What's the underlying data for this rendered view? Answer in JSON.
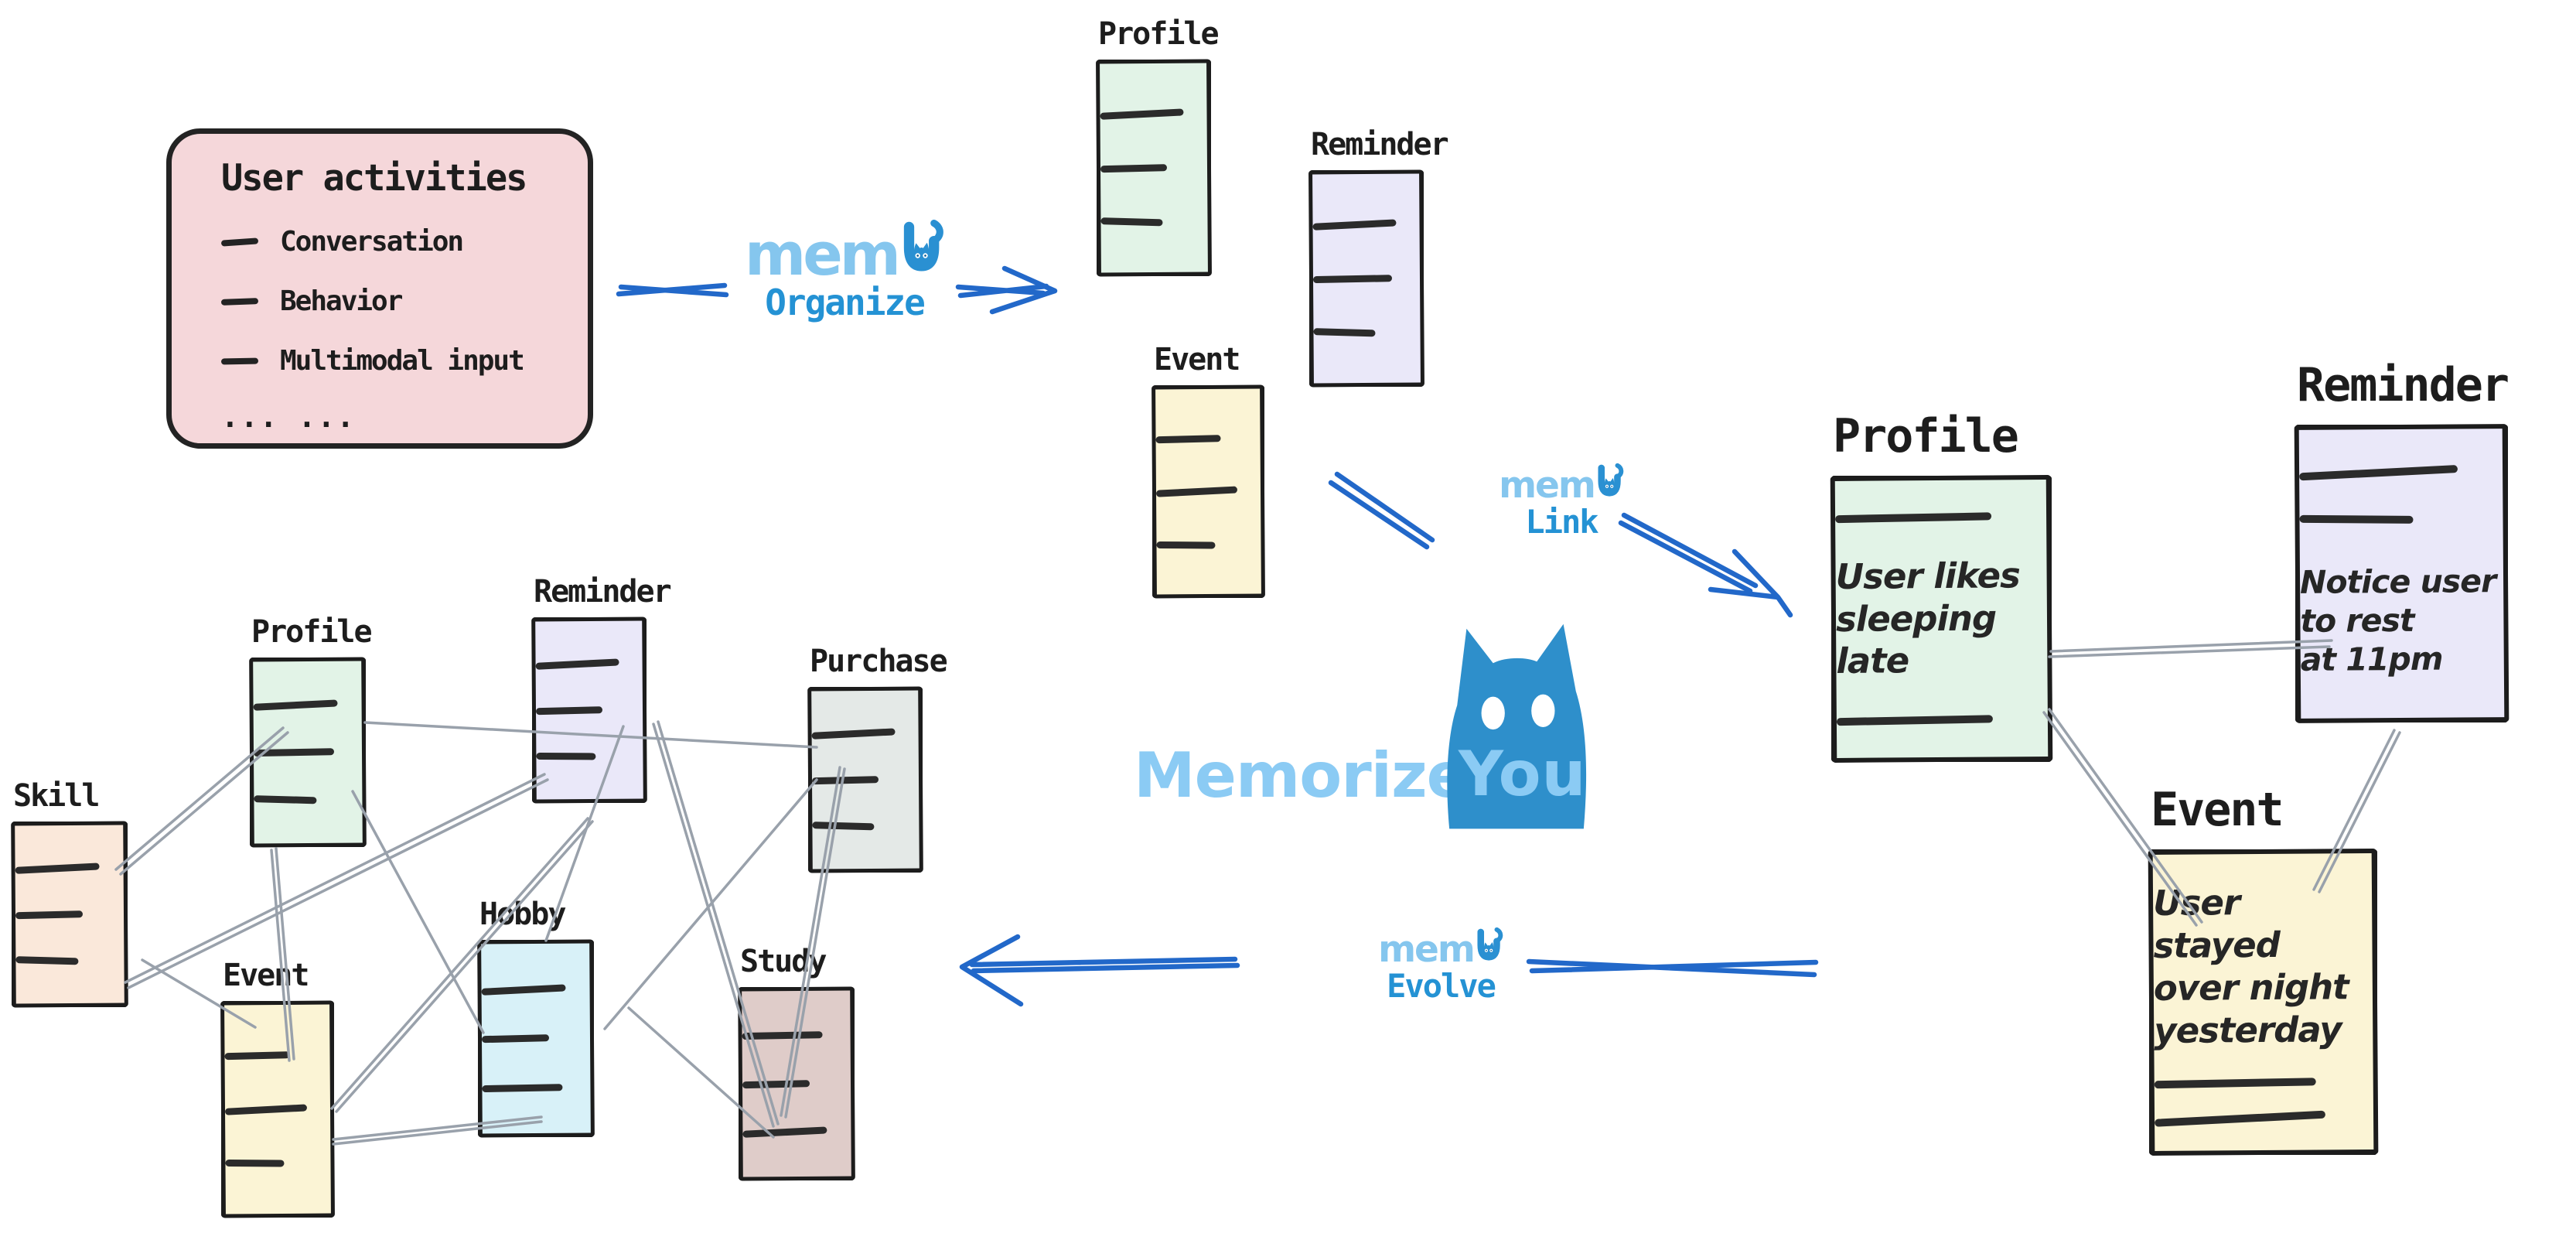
{
  "diagram_title": "memU - Memorize You memory workflow",
  "palette": {
    "brand_light_blue": "#85C6EE",
    "brand_blue": "#2A90D2",
    "step_label_blue": "#2492D4",
    "arrow_blue": "#2268C9",
    "connector_gray": "#99A1AB",
    "activities_pink": "#F5D7DA",
    "mint": "#E2F3E7",
    "lavender": "#EAE8F9",
    "yellow": "#FBF4D5",
    "peach": "#FAE8DA",
    "cyan": "#D8F1F8",
    "purchase_gray": "#E4E9E7",
    "study_mauve": "#DFCCC9",
    "ink": "#1c1c1c"
  },
  "user_activities": {
    "title": "User activities",
    "items": [
      "Conversation",
      "Behavior",
      "Multimodal input"
    ],
    "more": "... ..."
  },
  "brand": {
    "prefix": "mem",
    "suffix": "U",
    "full": "memU"
  },
  "steps": {
    "organize": {
      "label": "Organize"
    },
    "link": {
      "label": "Link"
    },
    "evolve": {
      "label": "Evolve"
    }
  },
  "center": {
    "memorize": "Memorize",
    "you": "You"
  },
  "stacks": {
    "profile_top": {
      "label": "Profile"
    },
    "reminder_top": {
      "label": "Reminder"
    },
    "event_top": {
      "label": "Event"
    },
    "profile_right": {
      "label": "Profile",
      "note": "User likes\nsleeping late"
    },
    "reminder_right": {
      "label": "Reminder",
      "note": "Notice user\nto rest\nat 11pm"
    },
    "event_right": {
      "label": "Event",
      "note": "User stayed\nover night\nyesterday"
    },
    "skill": {
      "label": "Skill"
    },
    "profile_bl": {
      "label": "Profile"
    },
    "reminder_bl": {
      "label": "Reminder"
    },
    "purchase": {
      "label": "Purchase"
    },
    "event_bl": {
      "label": "Event"
    },
    "hobby": {
      "label": "Hobby"
    },
    "study": {
      "label": "Study"
    }
  }
}
